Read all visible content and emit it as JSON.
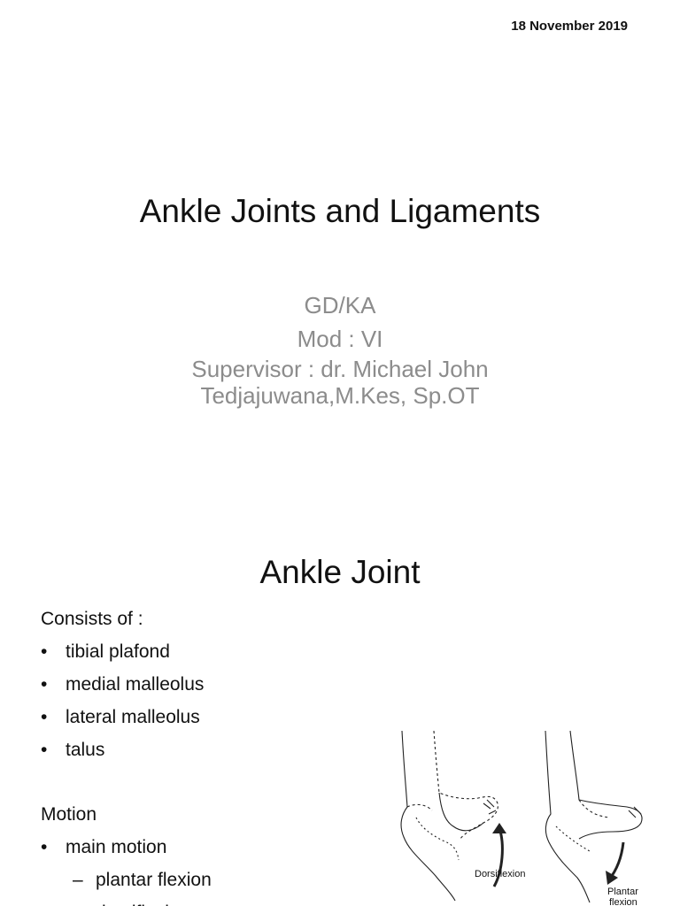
{
  "slide1": {
    "date": "18 November 2019",
    "title": "Ankle Joints and Ligaments",
    "subtitle": {
      "line1": "GD/KA",
      "line2": "Mod : VI",
      "line3": "Supervisor : dr. Michael John",
      "line4": "Tedjajuwana,M.Kes, Sp.OT"
    }
  },
  "slide2": {
    "title": "Ankle Joint",
    "consists_label": "Consists of  :",
    "consists_items": [
      "tibial plafond",
      "medial malleolus",
      "lateral malleolus",
      "talus"
    ],
    "motion_label": "Motion",
    "motion_items": [
      "main motion"
    ],
    "motion_subitems": [
      "plantar flexion",
      "dorsiflexion"
    ],
    "figure": {
      "label_dorsiflexion": "Dorsiflexion",
      "label_plantar_1": "Plantar",
      "label_plantar_2": "flexion"
    }
  }
}
